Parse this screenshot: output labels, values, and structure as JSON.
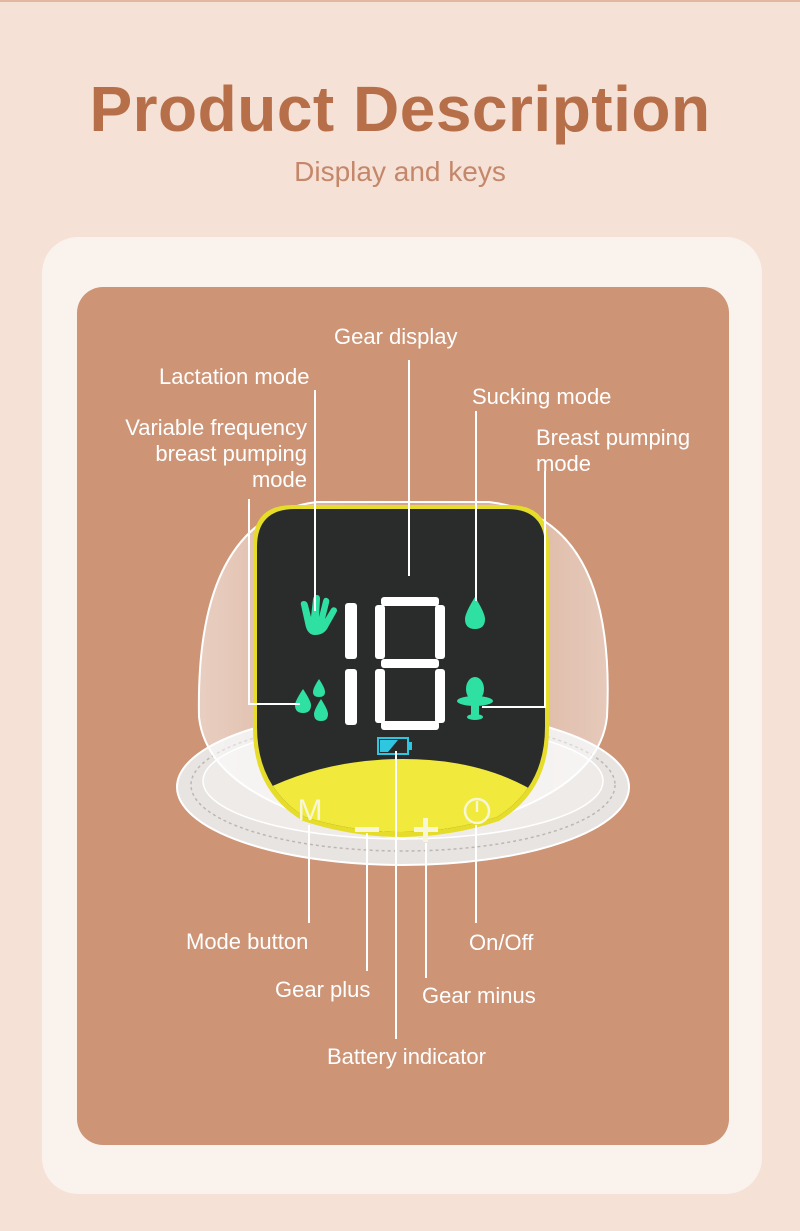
{
  "header": {
    "title": "Product Description",
    "subtitle": "Display and keys"
  },
  "device": {
    "gear_value": "18",
    "button_mode": "M",
    "button_minus": "−",
    "button_plus": "+"
  },
  "labels": {
    "gear_display": "Gear display",
    "lactation_mode": "Lactation mode",
    "sucking_mode": "Sucking mode",
    "variable_frequency_1": "Variable frequency",
    "variable_frequency_2": "breast pumping",
    "variable_frequency_3": "mode",
    "breast_pumping_1": "Breast pumping",
    "breast_pumping_2": "mode",
    "mode_button": "Mode button",
    "on_off": "On/Off",
    "gear_plus": "Gear plus",
    "gear_minus": "Gear minus",
    "battery_indicator": "Battery indicator"
  },
  "colors": {
    "title": "#b66f48",
    "panel": "#cd9476",
    "screen": "#2a2c2c",
    "button_area": "#f1ea3c",
    "icon_green": "#2fe0a3",
    "battery": "#2fc6e0"
  },
  "icons": [
    "hand-icon",
    "drop-icon",
    "double-drop-icon",
    "flower-icon",
    "battery-icon",
    "power-icon"
  ]
}
